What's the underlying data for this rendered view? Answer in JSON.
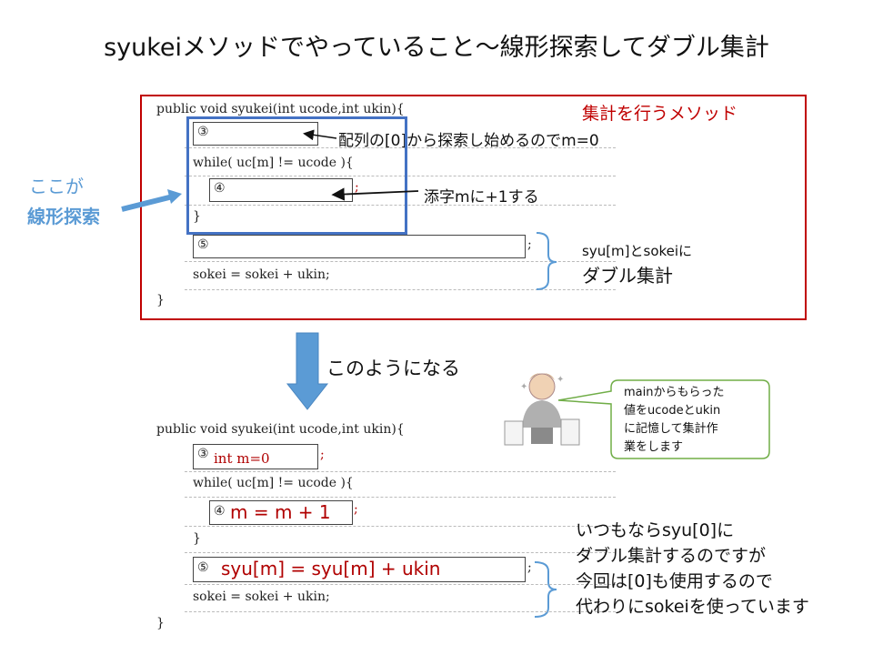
{
  "title": "syukeiメソッドでやっていること～線形探索してダブル集計",
  "top": {
    "method_header": "public void syukei(int ucode,int ukin){",
    "method_label": "集計を行うメソッド",
    "slot3": "③",
    "slot3_note": "配列の[0]から探索し始めるのでm=0",
    "while_line": "while( uc[m] != ucode ){",
    "slot4": "④",
    "slot4_semicolon": ";",
    "slot4_note": "添字mに+1する",
    "close_brace_inner": "}",
    "slot5": "⑤",
    "slot5_semicolon": ";",
    "sokei_line": "sokei = sokei + ukin;",
    "close_brace_outer": "}",
    "brace_note_line1": "syu[m]とsokeiに",
    "brace_note_line2": "ダブル集計",
    "side_label_line1": "ここが",
    "side_label_line2": "線形探索"
  },
  "middle": {
    "result_text": "このようになる"
  },
  "callout": {
    "line1": "mainからもらった",
    "line2": "値をucodeとukin",
    "line3": "に記憶して集計作",
    "line4": "業をします"
  },
  "bottom": {
    "method_header": "public void syukei(int ucode,int ukin){",
    "slot3": "③",
    "slot3_value": "int m=0",
    "slot3_semicolon": ";",
    "while_line": "while( uc[m] != ucode ){",
    "slot4": "④",
    "slot4_value": "m = m + 1",
    "slot4_semicolon": ";",
    "close_brace_inner": "}",
    "slot5": "⑤",
    "slot5_value": "syu[m] = syu[m] + ukin",
    "slot5_semicolon": ";",
    "sokei_line": "sokei = sokei + ukin;",
    "close_brace_outer": "}",
    "note_line1": "いつもならsyu[0]に",
    "note_line2": "ダブル集計するのですが",
    "note_line3": "今回は[0]も使用するので",
    "note_line4": "代わりにsokeiを使っています"
  },
  "colors": {
    "red_frame": "#c00000",
    "blue_frame": "#4472c4",
    "accent_blue": "#5b9bd5",
    "value_red": "#b00000",
    "callout_border": "#70ad47"
  }
}
